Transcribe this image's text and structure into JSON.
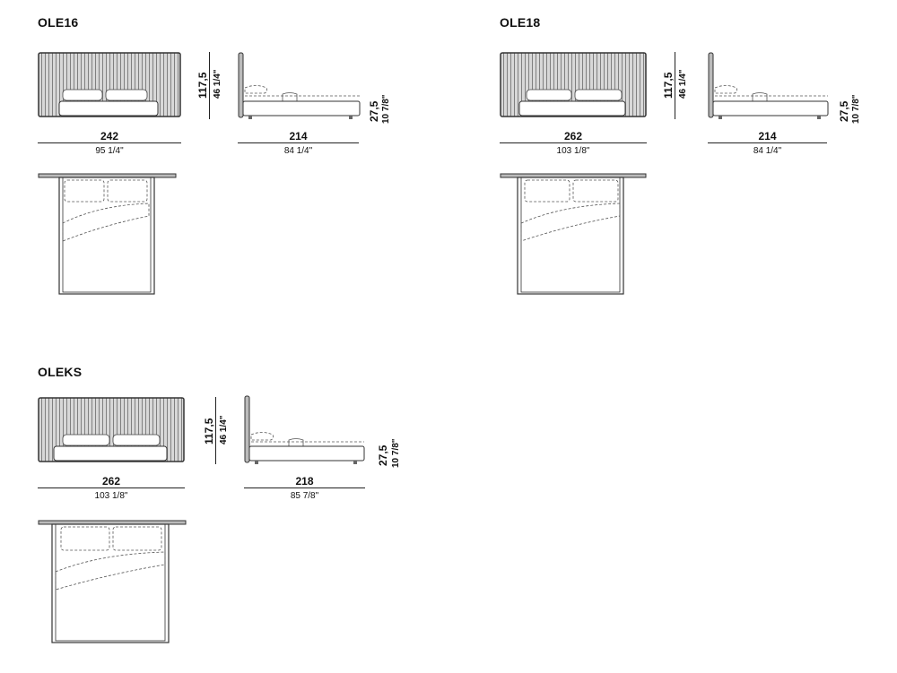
{
  "models": [
    {
      "name": "OLE16",
      "front_width_cm": "242",
      "front_width_in": "95 1/4\"",
      "side_length_cm": "214",
      "side_length_in": "84 1/4\"",
      "height_cm": "117,5",
      "height_in": "46 1/4\"",
      "base_height_cm": "27,5",
      "base_height_in": "10 7/8\""
    },
    {
      "name": "OLE18",
      "front_width_cm": "262",
      "front_width_in": "103 1/8\"",
      "side_length_cm": "214",
      "side_length_in": "84 1/4\"",
      "height_cm": "117,5",
      "height_in": "46 1/4\"",
      "base_height_cm": "27,5",
      "base_height_in": "10 7/8\""
    },
    {
      "name": "OLEKS",
      "front_width_cm": "262",
      "front_width_in": "103 1/8\"",
      "side_length_cm": "218",
      "side_length_in": "85 7/8\"",
      "height_cm": "117,5",
      "height_in": "46 1/4\"",
      "base_height_cm": "27,5",
      "base_height_in": "10 7/8\""
    }
  ]
}
